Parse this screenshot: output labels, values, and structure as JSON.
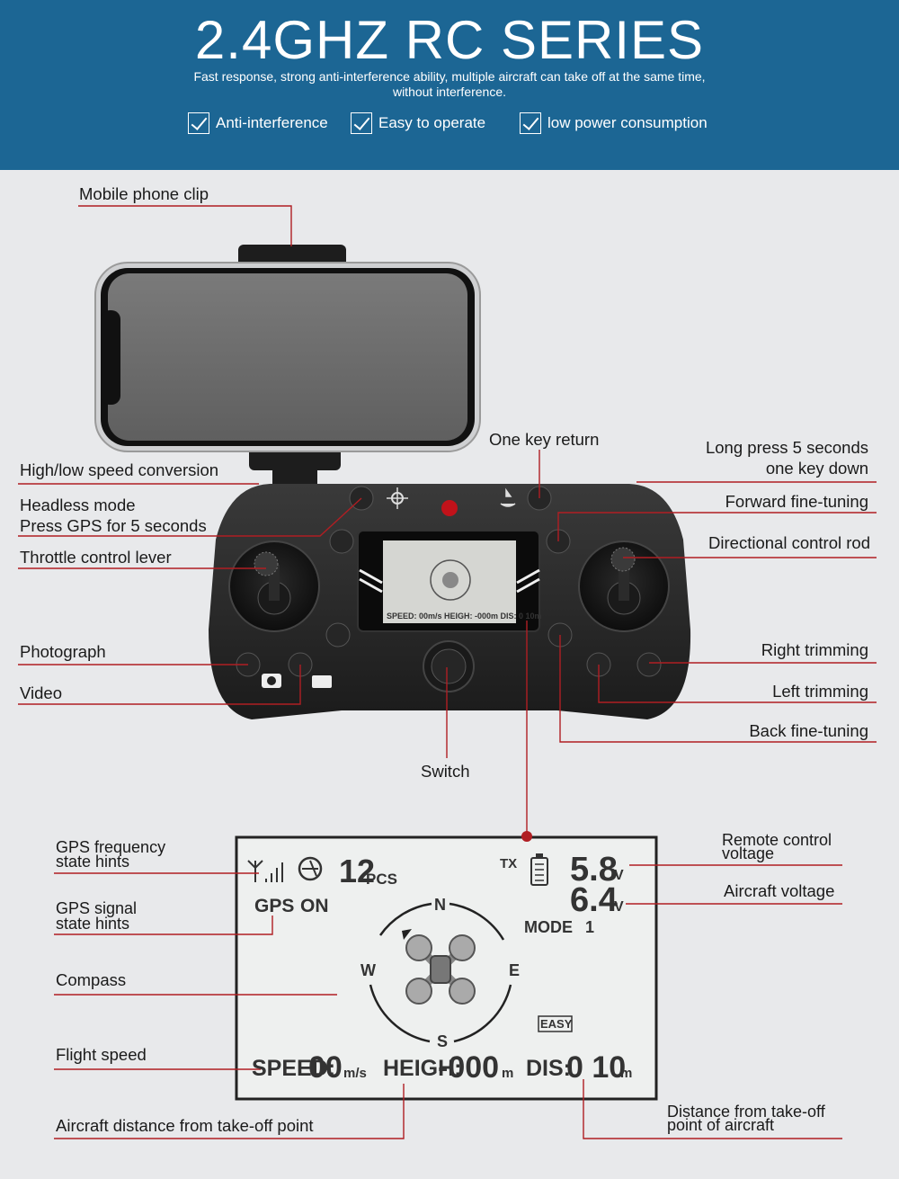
{
  "header": {
    "title": "2.4GHZ RC SERIES",
    "subtitle": "Fast response, strong anti-interference ability, multiple aircraft can take off at the same time, without interference.",
    "features": [
      "Anti-interference",
      "Easy to operate",
      "low power consumption"
    ]
  },
  "controller_labels": {
    "phone_clip": "Mobile phone clip",
    "speed_conversion": "High/low speed conversion",
    "headless_mode": "Headless mode",
    "headless_hint": "Press GPS for 5 seconds",
    "throttle": "Throttle control lever",
    "photograph": "Photograph",
    "video": "Video",
    "one_key_return": "One key return",
    "one_key_down_1": "Long press 5 seconds",
    "one_key_down_2": "one key down",
    "forward_trim": "Forward fine-tuning",
    "direction_rod": "Directional control rod",
    "right_trim": "Right trimming",
    "left_trim": "Left trimming",
    "back_trim": "Back fine-tuning",
    "switch": "Switch"
  },
  "lcd_labels": {
    "gps_freq_1": "GPS frequency",
    "gps_freq_2": "state hints",
    "gps_signal_1": "GPS signal",
    "gps_signal_2": "state hints",
    "compass": "Compass",
    "flight_speed": "Flight speed",
    "distance_takeoff": "Aircraft distance from take-off point",
    "remote_voltage_1": "Remote control",
    "remote_voltage_2": "voltage",
    "aircraft_voltage": "Aircraft voltage",
    "distance_aircraft_1": "Distance from take-off",
    "distance_aircraft_2": "point of aircraft"
  },
  "lcd": {
    "satellites": "12",
    "pcs": "PCS",
    "gps": "GPS",
    "on": "ON",
    "tx": "TX",
    "remote_voltage": "5.8",
    "aircraft_voltage": "6.4",
    "volt_unit": "V",
    "mode_label": "MODE",
    "mode_value": "1",
    "compass_n": "N",
    "compass_s": "S",
    "compass_e": "E",
    "compass_w": "W",
    "easy": "EASY",
    "speed_label": "SPEED:",
    "speed_value": "00",
    "speed_unit": "m/s",
    "height_label": "HEIGH:",
    "height_value": "-000",
    "height_unit": "m",
    "dis_label": "DIS:",
    "dis_value": "0 10",
    "dis_unit": "m"
  },
  "colors": {
    "header_bg": "#1c6694",
    "background": "#e8e9eb",
    "leader_line": "#b01e23",
    "controller": "#222222"
  }
}
